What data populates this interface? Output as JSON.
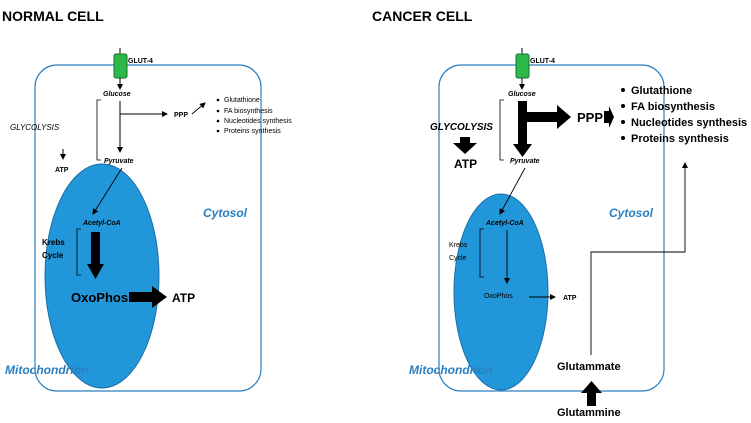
{
  "normal": {
    "title": "NORMAL CELL",
    "glut": "GLUT-4",
    "glucose": "Glucose",
    "ppp": "PPP",
    "products": [
      "Glutathione",
      "FA biosynthesis",
      "Nucleotides synthesis",
      "Proteins synthesis"
    ],
    "glycolysis": "GLYCOLYSIS",
    "atp_glycolysis": "ATP",
    "pyruvate": "Pyruvate",
    "acetyl": "Acetyl-CoA",
    "krebs": [
      "Krebs",
      "Cycle"
    ],
    "oxophos": "OxoPhos",
    "atp_oxophos": "ATP",
    "cytosol": "Cytosol",
    "mitochondrion": "Mitochondrion"
  },
  "cancer": {
    "title": "CANCER CELL",
    "glut": "GLUT-4",
    "glucose": "Glucose",
    "ppp": "PPP",
    "products": [
      "Glutathione",
      "FA biosynthesis",
      "Nucleotides synthesis",
      "Proteins synthesis"
    ],
    "glycolysis": "GLYCOLYSIS",
    "atp_glycolysis": "ATP",
    "pyruvate": "Pyruvate",
    "acetyl": "Acetyl-CoA",
    "krebs": [
      "Krebs",
      "Cycle"
    ],
    "oxophos": "OxoPhos",
    "atp_oxophos": "ATP",
    "cytosol": "Cytosol",
    "mitochondrion": "Mitochondrion",
    "glutammate": "Glutammate",
    "glutammine": "Glutammine"
  },
  "colors": {
    "membrane": "#2a7fc0",
    "mitochondrion": "#2196d8",
    "transporter": "#2db84a",
    "label_blue": "#2a7fc0",
    "arrow": "#000000"
  }
}
